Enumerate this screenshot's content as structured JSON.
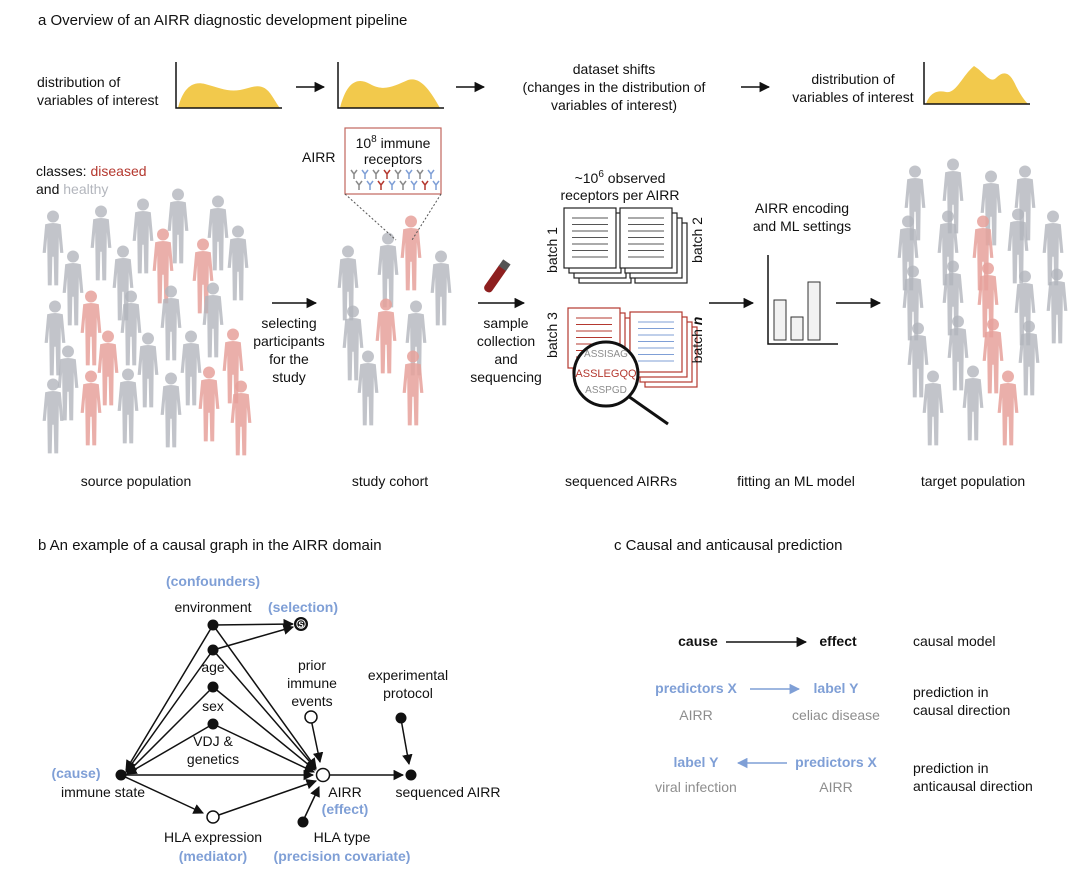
{
  "panel_a": {
    "heading": "a   Overview of an AIRR diagnostic development pipeline",
    "dist_left": [
      "distribution of",
      "variables of interest"
    ],
    "dataset_shifts": [
      "dataset shifts",
      "(changes in the distribution of",
      "variables of interest)"
    ],
    "dist_right": [
      "distribution of",
      "variables of interest"
    ],
    "classes_prefix": "classes: ",
    "classes_diseased": "diseased",
    "classes_and": "and ",
    "classes_healthy": "healthy",
    "airr_label": "AIRR",
    "immune_receptors": [
      "10",
      "8",
      " immune",
      "receptors"
    ],
    "observed": [
      "~10",
      "6",
      " observed",
      "receptors per AIRR"
    ],
    "batches": [
      "batch 1",
      "batch 2",
      "batch 3",
      "batch "
    ],
    "batch_n": "n",
    "sequences": [
      "ASSISAG",
      "ASSLEGQQ",
      "ASSPGD"
    ],
    "encoding": [
      "AIRR encoding",
      "and ML settings"
    ],
    "selecting": [
      "selecting",
      "participants",
      "for the",
      "study"
    ],
    "sample": [
      "sample",
      "collection",
      "and",
      "sequencing"
    ],
    "bottom_labels": [
      "source population",
      "study cohort",
      "sequenced AIRRs",
      "fitting an ML model",
      "target population"
    ],
    "colors": {
      "diseased": "#b4382f",
      "healthy": "#b3b6bd",
      "curve": "#f2c94c",
      "accent": "#7f9fd6"
    }
  },
  "panel_b": {
    "heading": "b   An example of a causal graph in the AIRR domain",
    "confounders": "(confounders)",
    "environment": "environment",
    "selection": "(selection)",
    "selection_node": "S",
    "age": "age",
    "sex": "sex",
    "vdj": [
      "VDJ &",
      "genetics"
    ],
    "prior": [
      "prior",
      "immune",
      "events"
    ],
    "experimental": [
      "experimental",
      "protocol"
    ],
    "cause": "(cause)",
    "immune_state": "immune state",
    "airr": "AIRR",
    "effect": "(effect)",
    "sequenced": "sequenced AIRR",
    "hla_expression": "HLA expression",
    "mediator": "(mediator)",
    "hla_type": "HLA type",
    "precision": "(precision covariate)"
  },
  "panel_c": {
    "heading": "c   Causal and anticausal prediction",
    "cause": "cause",
    "effect": "effect",
    "causal_model": "causal model",
    "predictors_x": "predictors X",
    "label_y": "label Y",
    "airr": "AIRR",
    "celiac": "celiac disease",
    "prediction_causal": [
      "prediction in",
      "causal direction"
    ],
    "viral": "viral infection",
    "prediction_anticausal": [
      "prediction in",
      "anticausal direction"
    ]
  }
}
